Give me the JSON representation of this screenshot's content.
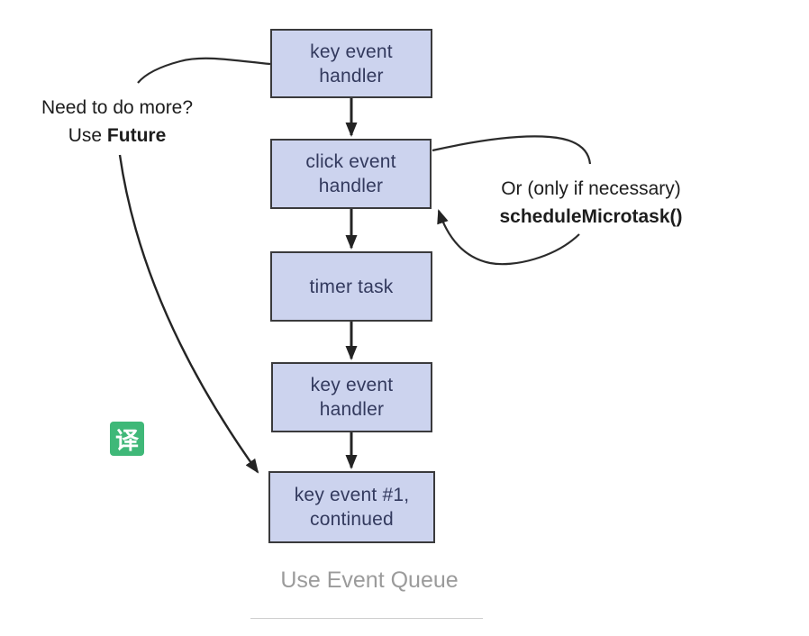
{
  "diagram": {
    "boxes": [
      {
        "line1": "key event",
        "line2": "handler"
      },
      {
        "line1": "click event",
        "line2": "handler"
      },
      {
        "line1": "timer task",
        "line2": ""
      },
      {
        "line1": "key event",
        "line2": "handler"
      },
      {
        "line1": "key event #1,",
        "line2": "continued"
      }
    ],
    "left_note": {
      "line1": "Need to do more?",
      "line2_prefix": "Use ",
      "line2_bold": "Future"
    },
    "right_note": {
      "line1": "Or (only if necessary)",
      "line2_bold": "scheduleMicrotask()"
    },
    "badge": {
      "label": "译"
    },
    "caption": "Use Event Queue",
    "arrows": [
      "curve-from-key-handler-to-left-note",
      "long-arrow-left-note-to-key-event-continued",
      "curve-from-click-handler-to-right-note",
      "curve-from-right-note-to-click-handler",
      "connector-key-handler-to-click-handler",
      "connector-click-handler-to-timer-task",
      "connector-timer-task-to-key-handler-2",
      "connector-key-handler-2-to-key-event-continued"
    ],
    "colors": {
      "box_fill": "#ccd3ee",
      "box_border": "#3a3a3c",
      "box_text": "#333a5e",
      "arrow_stroke": "#242424",
      "badge_green": "#3fb878",
      "caption_gray": "#9b9b9b",
      "divider_gray": "#cfcfcf"
    }
  }
}
